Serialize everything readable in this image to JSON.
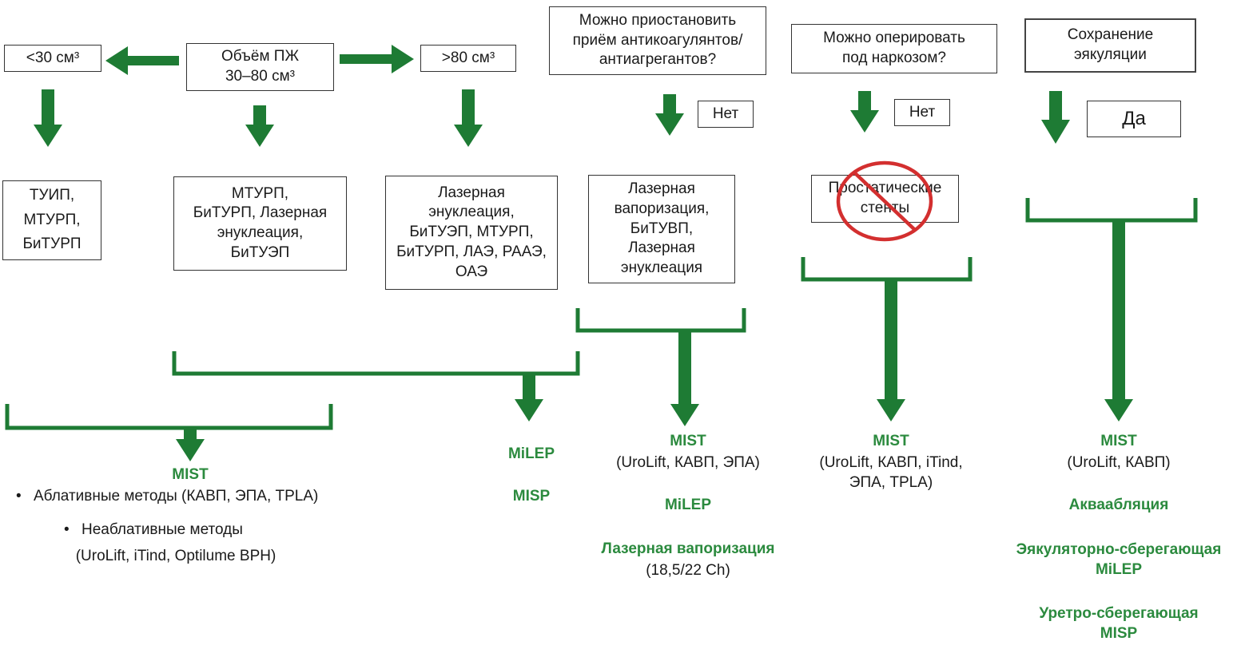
{
  "colors": {
    "arrow": "#1e7b34",
    "accent_text": "#2b8a3e",
    "prohibit": "#d32f2f",
    "border": "#333333"
  },
  "volume": {
    "small": "<30 см³",
    "center": "Объём ПЖ\n30–80 см³",
    "large": ">80 см³"
  },
  "questions": {
    "anticoag": "Можно приостановить\nприём антикоагулянтов/\nантиагрегантов?",
    "anesthesia": "Можно оперировать\nпод наркозом?",
    "ejaculation": "Сохранение\nэякуляции"
  },
  "answers": {
    "anticoag": "Нет",
    "anesthesia": "Нет",
    "ejaculation": "Да"
  },
  "procedures": {
    "small": "ТУИП,\nМТУРП,\nБиТУРП",
    "center": "МТУРП,\nБиТУРП, Лазерная\nэнуклеация,\nБиТУЭП",
    "large": "Лазерная\nэнуклеация,\nБиТУЭП, МТУРП,\nБиТУРП, ЛАЭ, РААЭ,\nОАЭ",
    "anticoag": "Лазерная\nвапоризация,\nБиТУВП,\nЛазерная\nэнуклеация",
    "anesthesia": "Простатические\nстенты"
  },
  "results": {
    "mist_label": "MIST",
    "col1": {
      "ablative": "Аблативные методы (КАВП, ЭПА, TPLA)",
      "nonablative": "Неаблативные методы",
      "nonablative_list": "(UroLift, iTind, Optilume BPH)"
    },
    "col2": {
      "milep": "MiLEP",
      "misp": "MISP"
    },
    "col3": {
      "mist_detail": "(UroLift,  КАВП, ЭПА)",
      "milep": "MiLEP",
      "laser": "Лазерная вапоризация",
      "laser_detail": "(18,5/22 Ch)"
    },
    "col4": {
      "mist_detail": "(UroLift,  КАВП, iTind,\nЭПА, TPLA)"
    },
    "col5": {
      "mist_detail": "(UroLift, КАВП)",
      "aqua": "Акваабляция",
      "ejac_milep": "Эякуляторно-сберегающая\nMiLEP",
      "urethra_misp": "Уретро-сберегающая\nMISP"
    }
  }
}
